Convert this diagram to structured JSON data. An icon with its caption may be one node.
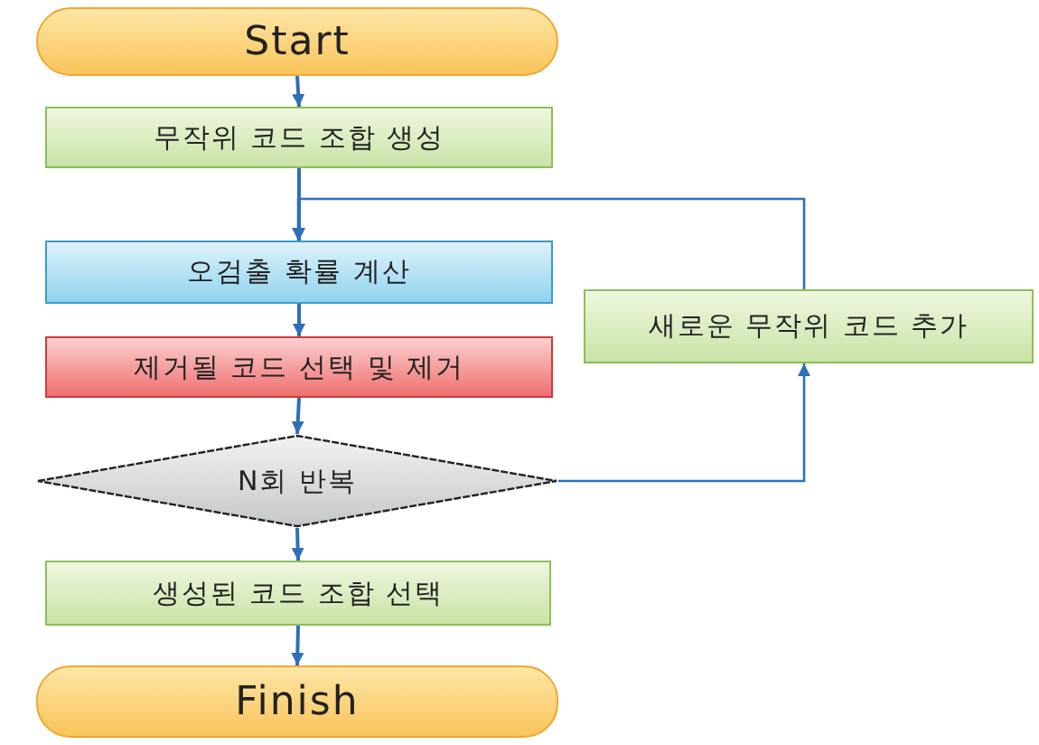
{
  "diagram": {
    "nodes": [
      {
        "text": [
          "Start"
        ]
      },
      {
        "text": [
          "무작위 코드 조합 생성"
        ]
      },
      {
        "text": [
          "오검출 확률 계산"
        ]
      },
      {
        "text": [
          "제거될 코드 선택 및 제거"
        ]
      },
      {
        "text": [
          "N회 반복"
        ]
      },
      {
        "text": [
          "새로운 무작위 코드 추가"
        ]
      },
      {
        "text": [
          "생성된 코드 조합 선택"
        ]
      },
      {
        "text": [
          "Finish"
        ]
      }
    ],
    "edges": [
      {
        "from": 0,
        "to": 1,
        "arrow": "to"
      },
      {
        "from": 1,
        "to": 2,
        "arrow": "to"
      },
      {
        "from": 2,
        "to": 3,
        "arrow": "to"
      },
      {
        "from": 3,
        "to": 4,
        "arrow": "to"
      },
      {
        "from": 4,
        "to": 6,
        "arrow": "to"
      },
      {
        "from": 6,
        "to": 7,
        "arrow": "to"
      },
      {
        "from": 4,
        "to": 5,
        "arrow": "to"
      },
      {
        "from": 5,
        "to": 2,
        "arrow": "to"
      }
    ]
  }
}
